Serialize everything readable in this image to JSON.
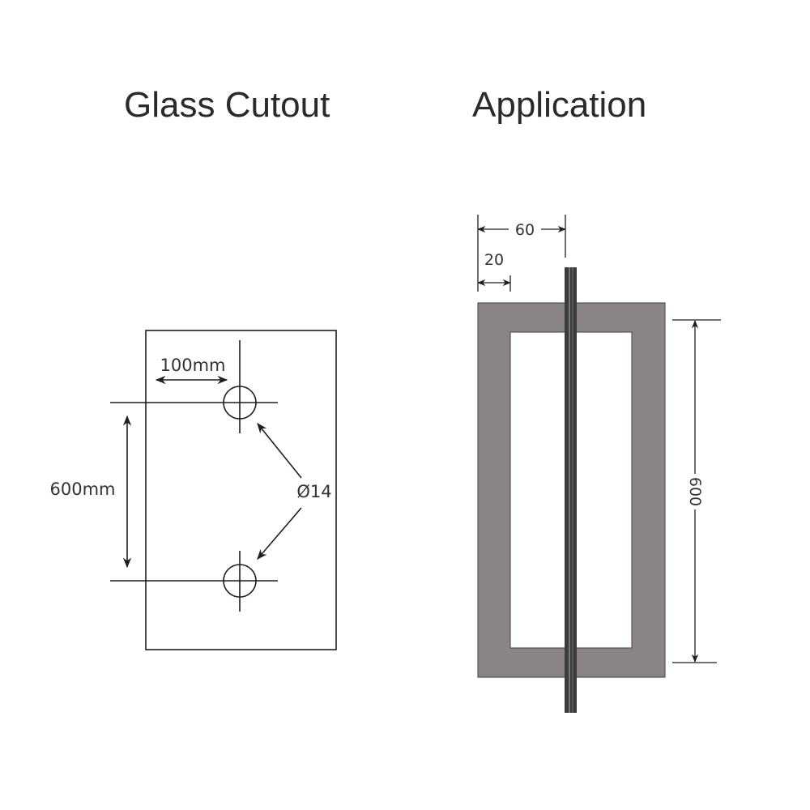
{
  "titles": {
    "left": "Glass Cutout",
    "right": "Application"
  },
  "cutout": {
    "hole_spacing_label": "600mm",
    "edge_offset_label": "100mm",
    "hole_diameter_label": "Ø14"
  },
  "application": {
    "width_label": "60",
    "bar_label": "20",
    "length_label": "600"
  },
  "colors": {
    "frame": "#8a8484",
    "rod": "#3c3c3c",
    "line": "#1e1e1e"
  }
}
